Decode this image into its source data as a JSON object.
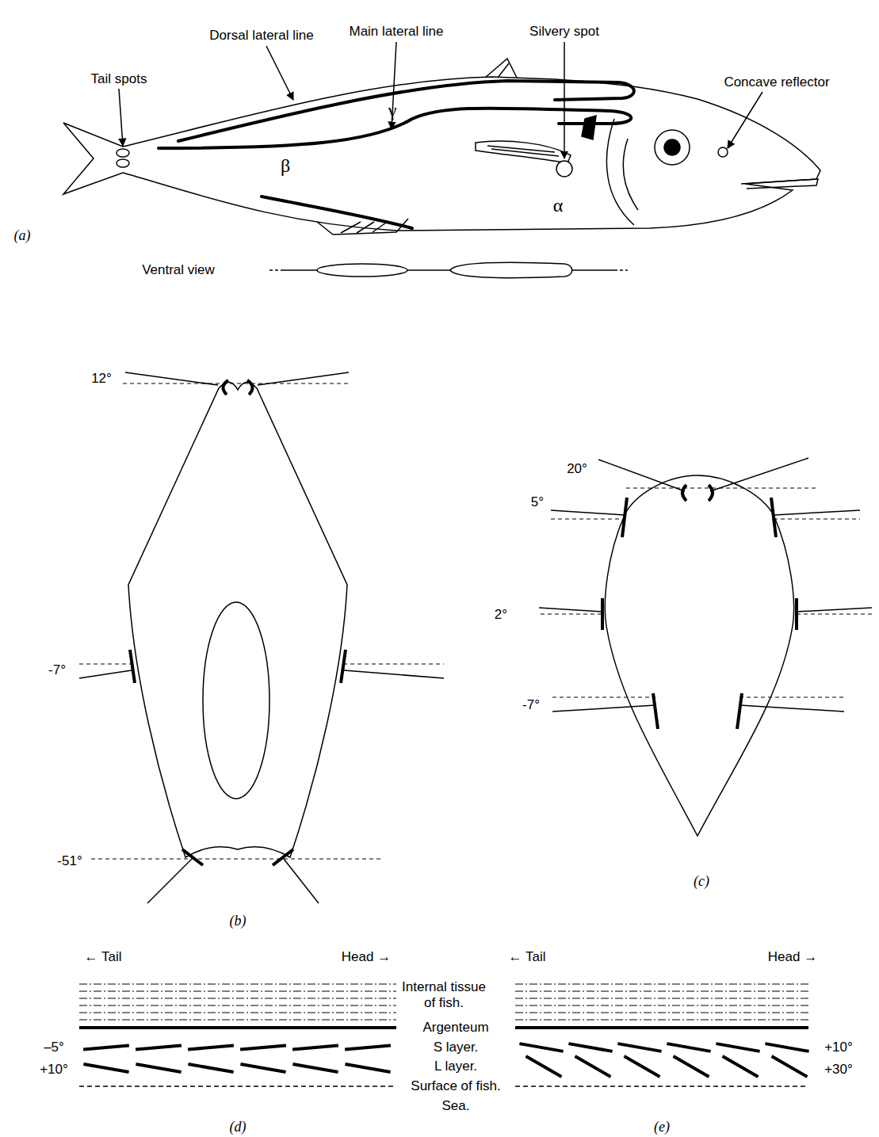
{
  "diagram": {
    "labels": [
      "Dorsal lateral line",
      "Main lateral line",
      "Silvery spot",
      "Tail spots",
      "Concave reflector",
      "γ",
      "β",
      "α",
      "(a)",
      "Ventral view",
      "12°",
      "-7°",
      "-51°",
      "(b)",
      "20°",
      "5°",
      "2°",
      "-7°",
      "(c)",
      "← Tail",
      "Head →",
      "← Tail",
      "Head →",
      "Internal tissue of fish.",
      "Argenteum",
      "S layer.",
      "L layer.",
      "Surface of fish.",
      "Sea.",
      "–5°",
      "+10°",
      "+10°",
      "+30°",
      "(d)",
      "(e)"
    ]
  }
}
